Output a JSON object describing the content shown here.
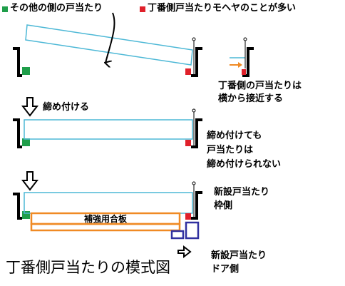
{
  "legend": {
    "other_side": {
      "color": "#1f9e4a",
      "label": "その他の側の戸当たり"
    },
    "hinge_side": {
      "color": "#e0202a",
      "label": "丁番側戸当たりモヘヤのことが多い"
    }
  },
  "colors": {
    "door_outline": "#4db8d6",
    "reinforcement_board": "#f08a24",
    "new_stop": "#3030a0",
    "frame": "#000000",
    "arrow_accent": "#f08a24"
  },
  "annotations": {
    "hinge_approach_line1": "丁番側の戸当たりは",
    "hinge_approach_line2": "横から接近する",
    "tighten": "締め付ける",
    "cannot_tighten_line1": "締め付けても",
    "cannot_tighten_line2": "戸当たりは",
    "cannot_tighten_line3": "締め付けられない",
    "new_frame_stop_line1": "新設戸当たり",
    "new_frame_stop_line2": "枠側",
    "new_door_stop_line1": "新設戸当たり",
    "new_door_stop_line2": "ドア側",
    "reinforcement_board": "補強用合板"
  },
  "title": "丁番側戸当たりの模式図"
}
